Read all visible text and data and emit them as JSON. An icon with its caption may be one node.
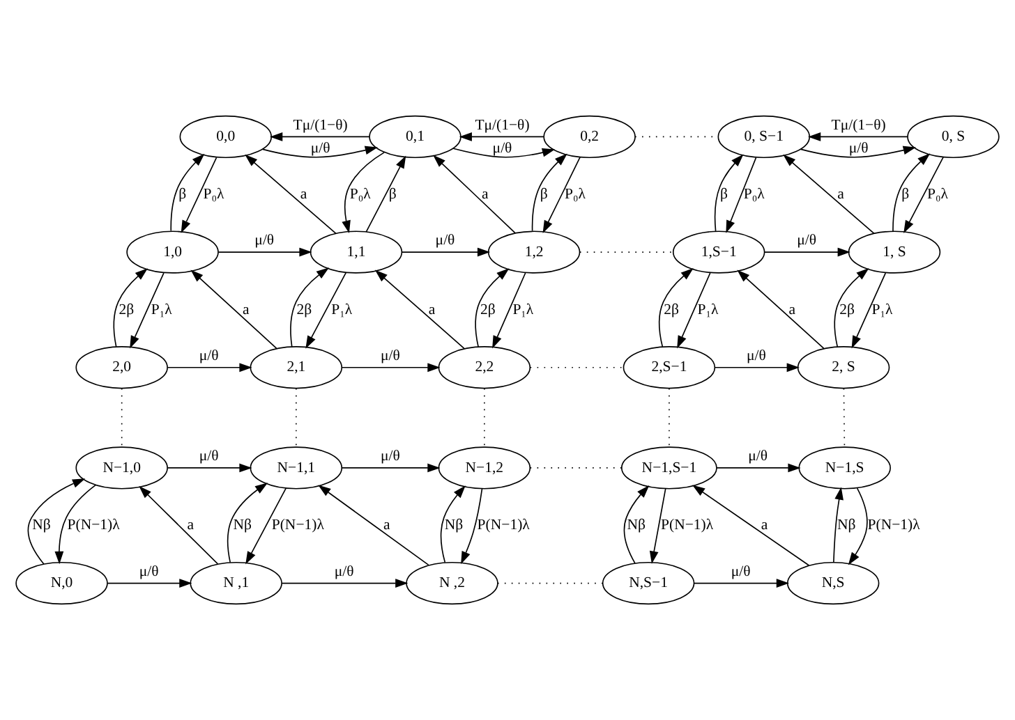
{
  "diagram": {
    "nodes": [
      {
        "text": [
          "0,0"
        ]
      },
      {
        "text": [
          "0,1"
        ]
      },
      {
        "text": [
          "0,2"
        ]
      },
      {
        "text": [
          "0, S−1"
        ]
      },
      {
        "text": [
          "0, S"
        ]
      },
      {
        "text": [
          "1,0"
        ]
      },
      {
        "text": [
          "1,1"
        ]
      },
      {
        "text": [
          "1,2"
        ]
      },
      {
        "text": [
          "1,S−1"
        ]
      },
      {
        "text": [
          "1, S"
        ]
      },
      {
        "text": [
          "2,0"
        ]
      },
      {
        "text": [
          "2,1"
        ]
      },
      {
        "text": [
          "2,2"
        ]
      },
      {
        "text": [
          "2,S−1"
        ]
      },
      {
        "text": [
          "2, S"
        ]
      },
      {
        "text": [
          "N−1,0"
        ]
      },
      {
        "text": [
          "N−1,1"
        ]
      },
      {
        "text": [
          "N−1,2"
        ]
      },
      {
        "text": [
          "N−1,S−1"
        ]
      },
      {
        "text": [
          "N−1,S"
        ]
      },
      {
        "text": [
          "N,0"
        ]
      },
      {
        "text": [
          "N ,1"
        ]
      },
      {
        "text": [
          "N ,2"
        ]
      },
      {
        "text": [
          "N,S−1"
        ]
      },
      {
        "text": [
          "N,S"
        ]
      }
    ],
    "edges": [
      {
        "from": 0,
        "to": 1,
        "arrow": "to",
        "label": "μ/θ"
      },
      {
        "from": 1,
        "to": 0,
        "arrow": "to",
        "label": "Tμ/(1−θ)"
      },
      {
        "from": 1,
        "to": 2,
        "arrow": "to",
        "label": "μ/θ"
      },
      {
        "from": 2,
        "to": 1,
        "arrow": "to",
        "label": "Tμ/(1−θ)"
      },
      {
        "from": 2,
        "to": 3,
        "arrow": "none",
        "style": "dashed"
      },
      {
        "from": 3,
        "to": 4,
        "arrow": "to",
        "label": "μ/θ"
      },
      {
        "from": 4,
        "to": 3,
        "arrow": "to",
        "label": "Tμ/(1−θ)"
      },
      {
        "from": 0,
        "to": 5,
        "arrow": "to",
        "label": "P₀λ"
      },
      {
        "from": 5,
        "to": 0,
        "arrow": "to",
        "label": "β"
      },
      {
        "from": 1,
        "to": 6,
        "arrow": "to",
        "label": "P₀λ"
      },
      {
        "from": 6,
        "to": 1,
        "arrow": "to",
        "label": "β"
      },
      {
        "from": 2,
        "to": 7,
        "arrow": "to",
        "label": "P₀λ"
      },
      {
        "from": 7,
        "to": 2,
        "arrow": "to",
        "label": "β"
      },
      {
        "from": 3,
        "to": 8,
        "arrow": "to",
        "label": "P₀λ"
      },
      {
        "from": 8,
        "to": 3,
        "arrow": "to",
        "label": "β"
      },
      {
        "from": 4,
        "to": 9,
        "arrow": "to",
        "label": "P₀λ"
      },
      {
        "from": 9,
        "to": 4,
        "arrow": "to",
        "label": "β"
      },
      {
        "from": 6,
        "to": 0,
        "arrow": "to",
        "label": "a"
      },
      {
        "from": 7,
        "to": 1,
        "arrow": "to",
        "label": "a"
      },
      {
        "from": 9,
        "to": 3,
        "arrow": "to",
        "label": "a"
      },
      {
        "from": 5,
        "to": 6,
        "arrow": "to",
        "label": "μ/θ"
      },
      {
        "from": 6,
        "to": 7,
        "arrow": "to",
        "label": "μ/θ"
      },
      {
        "from": 7,
        "to": 8,
        "arrow": "none",
        "style": "dashed"
      },
      {
        "from": 8,
        "to": 9,
        "arrow": "to",
        "label": "μ/θ"
      },
      {
        "from": 5,
        "to": 10,
        "arrow": "to",
        "label": "P₁λ"
      },
      {
        "from": 10,
        "to": 5,
        "arrow": "to",
        "label": "2β"
      },
      {
        "from": 6,
        "to": 11,
        "arrow": "to",
        "label": "P₁λ"
      },
      {
        "from": 11,
        "to": 6,
        "arrow": "to",
        "label": "2β"
      },
      {
        "from": 7,
        "to": 12,
        "arrow": "to",
        "label": "P₁λ"
      },
      {
        "from": 12,
        "to": 7,
        "arrow": "to",
        "label": "2β"
      },
      {
        "from": 8,
        "to": 13,
        "arrow": "to",
        "label": "P₁λ"
      },
      {
        "from": 13,
        "to": 8,
        "arrow": "to",
        "label": "2β"
      },
      {
        "from": 9,
        "to": 14,
        "arrow": "to",
        "label": "P₁λ"
      },
      {
        "from": 14,
        "to": 9,
        "arrow": "to",
        "label": "2β"
      },
      {
        "from": 11,
        "to": 5,
        "arrow": "to",
        "label": "a"
      },
      {
        "from": 12,
        "to": 6,
        "arrow": "to",
        "label": "a"
      },
      {
        "from": 14,
        "to": 8,
        "arrow": "to",
        "label": "a"
      },
      {
        "from": 10,
        "to": 11,
        "arrow": "to",
        "label": "μ/θ"
      },
      {
        "from": 11,
        "to": 12,
        "arrow": "to",
        "label": "μ/θ"
      },
      {
        "from": 12,
        "to": 13,
        "arrow": "none",
        "style": "dashed"
      },
      {
        "from": 13,
        "to": 14,
        "arrow": "to",
        "label": "μ/θ"
      },
      {
        "from": 10,
        "to": 15,
        "arrow": "none",
        "style": "dashed"
      },
      {
        "from": 11,
        "to": 16,
        "arrow": "none",
        "style": "dashed"
      },
      {
        "from": 12,
        "to": 17,
        "arrow": "none",
        "style": "dashed"
      },
      {
        "from": 13,
        "to": 18,
        "arrow": "none",
        "style": "dashed"
      },
      {
        "from": 14,
        "to": 19,
        "arrow": "none",
        "style": "dashed"
      },
      {
        "from": 15,
        "to": 16,
        "arrow": "to",
        "label": "μ/θ"
      },
      {
        "from": 16,
        "to": 17,
        "arrow": "to",
        "label": "μ/θ"
      },
      {
        "from": 17,
        "to": 18,
        "arrow": "none",
        "style": "dashed"
      },
      {
        "from": 18,
        "to": 19,
        "arrow": "to",
        "label": "μ/θ"
      },
      {
        "from": 15,
        "to": 20,
        "arrow": "to",
        "label": "P(N−1)λ"
      },
      {
        "from": 20,
        "to": 15,
        "arrow": "to",
        "label": "Nβ"
      },
      {
        "from": 16,
        "to": 21,
        "arrow": "to",
        "label": "P(N−1)λ"
      },
      {
        "from": 21,
        "to": 16,
        "arrow": "to",
        "label": "Nβ"
      },
      {
        "from": 17,
        "to": 22,
        "arrow": "to",
        "label": "P(N−1)λ"
      },
      {
        "from": 22,
        "to": 17,
        "arrow": "to",
        "label": "Nβ"
      },
      {
        "from": 18,
        "to": 23,
        "arrow": "to",
        "label": "P(N−1)λ"
      },
      {
        "from": 23,
        "to": 18,
        "arrow": "to",
        "label": "Nβ"
      },
      {
        "from": 19,
        "to": 24,
        "arrow": "to",
        "label": "P(N−1)λ"
      },
      {
        "from": 24,
        "to": 19,
        "arrow": "to",
        "label": "Nβ"
      },
      {
        "from": 21,
        "to": 15,
        "arrow": "to",
        "label": "a"
      },
      {
        "from": 22,
        "to": 16,
        "arrow": "to",
        "label": "a"
      },
      {
        "from": 24,
        "to": 18,
        "arrow": "to",
        "label": "a"
      },
      {
        "from": 20,
        "to": 21,
        "arrow": "to",
        "label": "μ/θ"
      },
      {
        "from": 21,
        "to": 22,
        "arrow": "to",
        "label": "μ/θ"
      },
      {
        "from": 22,
        "to": 23,
        "arrow": "none",
        "style": "dashed"
      },
      {
        "from": 23,
        "to": 24,
        "arrow": "to",
        "label": "μ/θ"
      }
    ]
  }
}
